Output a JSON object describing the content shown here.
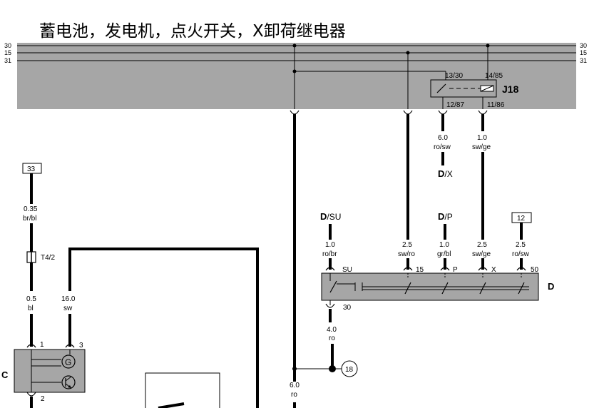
{
  "title": "蓄电池，发电机，点火开关，X卸荷继电器",
  "bus": {
    "l1": "30",
    "l2": "15",
    "l3": "31",
    "r1": "30",
    "r2": "15",
    "r3": "31"
  },
  "relay": {
    "name": "J18",
    "p1": "13/30",
    "p2": "14/85",
    "p3": "12/87",
    "p4": "11/86"
  },
  "wires": {
    "w1": {
      "size": "6.0",
      "color": "ro/sw"
    },
    "w2": {
      "size": "1.0",
      "color": "sw/ge"
    },
    "w3": {
      "size": "0.35",
      "color": "br/bl"
    },
    "w4": {
      "size": "0.5",
      "color": "bl"
    },
    "w5": {
      "size": "16.0",
      "color": "sw"
    },
    "w6": {
      "size": "1.0",
      "color": "ro/br"
    },
    "w7": {
      "size": "2.5",
      "color": "sw/ro"
    },
    "w8": {
      "size": "1.0",
      "color": "gr/bl"
    },
    "w9": {
      "size": "2.5",
      "color": "sw/ge"
    },
    "w10": {
      "size": "2.5",
      "color": "ro/sw"
    },
    "w11": {
      "size": "4.0",
      "color": "ro"
    },
    "w12": {
      "size": "6.0",
      "color": "ro"
    }
  },
  "refs": {
    "r33": "33",
    "r12": "12",
    "r18": "18"
  },
  "conns": {
    "dx_main": "D",
    "dx_sub": "/X",
    "dsu_main": "D",
    "dsu_sub": "/SU",
    "dp_main": "D",
    "dp_sub": "/P"
  },
  "t42": "T4/2",
  "switch_d": {
    "name": "D",
    "su": "SU",
    "p15": "15",
    "p": "P",
    "x": "X",
    "p50": "50",
    "p30": "30"
  },
  "gen": {
    "name": "C",
    "p1": "1",
    "p2": "2",
    "p3": "3",
    "g": "G"
  }
}
